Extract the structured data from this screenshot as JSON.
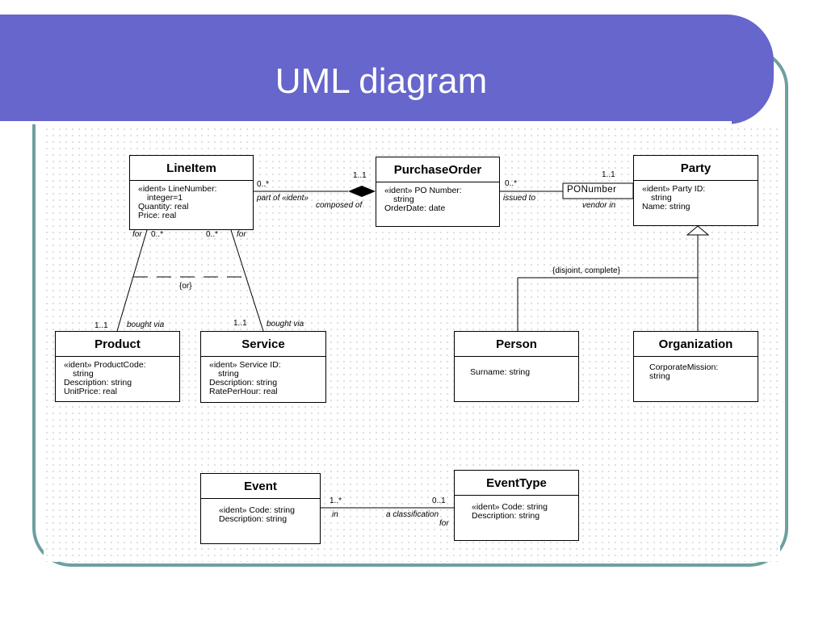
{
  "slide": {
    "title": "UML diagram"
  },
  "classes": {
    "lineitem": {
      "name": "LineItem",
      "attrs": [
        "«ident» LineNumber:",
        "integer=1",
        "Quantity: real",
        "Price: real"
      ]
    },
    "purchaseorder": {
      "name": "PurchaseOrder",
      "attrs": [
        "«ident» PO Number:",
        "string",
        "OrderDate: date"
      ]
    },
    "party": {
      "name": "Party",
      "attrs": [
        "«ident» Party ID:",
        "string",
        "Name: string"
      ]
    },
    "product": {
      "name": "Product",
      "attrs": [
        "«ident» ProductCode:",
        "string",
        "Description: string",
        "UnitPrice: real"
      ]
    },
    "service": {
      "name": "Service",
      "attrs": [
        "«ident» Service ID:",
        "string",
        "Description: string",
        "RatePerHour: real"
      ]
    },
    "person": {
      "name": "Person",
      "attrs": [
        "Surname: string"
      ]
    },
    "organization": {
      "name": "Organization",
      "attrs": [
        "CorporateMission:",
        "string"
      ]
    },
    "event": {
      "name": "Event",
      "attrs": [
        "«ident» Code: string",
        "Description: string"
      ]
    },
    "eventtype": {
      "name": "EventType",
      "attrs": [
        "«ident» Code: string",
        "Description: string"
      ]
    }
  },
  "associations": {
    "li_po": {
      "mult_lineitem": "0..*",
      "mult_po": "1..1",
      "role_lineitem": "part of «ident»",
      "role_po": "composed of"
    },
    "po_party": {
      "mult_po": "0..*",
      "mult_party": "1..1",
      "role_po": "issued to",
      "qualifier": "PONumber",
      "role_party": "vendor in"
    },
    "li_product": {
      "role_lineitem": "for",
      "mult_lineitem": "0..*",
      "mult_product": "1..1",
      "role_product": "bought via"
    },
    "li_service": {
      "mult_lineitem": "0..*",
      "role_lineitem": "for",
      "mult_service": "1..1",
      "role_service": "bought via"
    },
    "or_constraint": "{or}",
    "generalization_constraint": "{disjoint, complete}",
    "event_type": {
      "mult_event": "1..*",
      "role_event": "in",
      "mult_type": "0..1",
      "role_type": "a classification",
      "role_type2": "for"
    }
  },
  "icons": [
    "composition-diamond-icon",
    "generalization-triangle-icon"
  ],
  "colors": {
    "title_bar": "#6666cc",
    "frame_border": "#6e9fa0",
    "title_text": "#ffffff",
    "grid_dot": "#cfd6dc"
  }
}
